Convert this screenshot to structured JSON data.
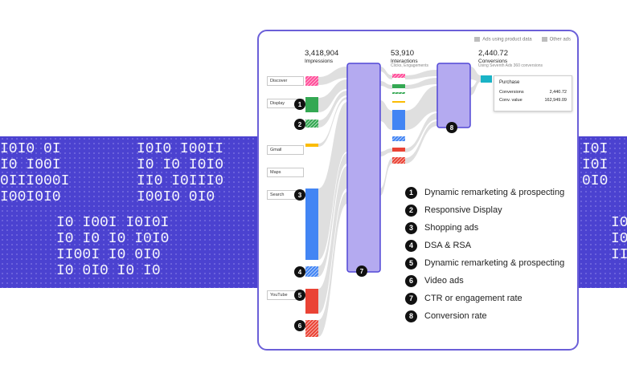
{
  "legend": {
    "product": "Ads using product data",
    "other": "Other ads"
  },
  "impressions": {
    "value": "3,418,904",
    "label": "Impressions"
  },
  "interactions": {
    "value": "53,910",
    "label": "Interactions",
    "sub": "Clicks, Engagements"
  },
  "conversions": {
    "value": "2,440.72",
    "label": "Conversions",
    "sub": "Using Seventh Ads 360 conversions"
  },
  "sources": [
    "Discover",
    "Display",
    "Gmail",
    "Maps",
    "Search",
    "YouTube"
  ],
  "tooltip": {
    "title": "Purchase",
    "rows": [
      {
        "label": "Conversions",
        "value": "2,440.72"
      },
      {
        "label": "Conv. value",
        "value": "162,949.09"
      }
    ]
  },
  "markers": [
    "1",
    "2",
    "3",
    "4",
    "5",
    "6",
    "7",
    "8"
  ],
  "list": [
    {
      "num": "1",
      "text": "Dynamic remarketing & prospecting"
    },
    {
      "num": "2",
      "text": "Responsive Display"
    },
    {
      "num": "3",
      "text": "Shopping ads"
    },
    {
      "num": "4",
      "text": "DSA & RSA"
    },
    {
      "num": "5",
      "text": "Dynamic remarketing & prospecting"
    },
    {
      "num": "6",
      "text": "Video ads"
    },
    {
      "num": "7",
      "text": "CTR or engagement rate"
    },
    {
      "num": "8",
      "text": "Conversion rate"
    }
  ],
  "colors": {
    "accent": "#5147d6",
    "stage_fill": "#b4aaf0",
    "blue": "#4285f4",
    "green": "#34a853",
    "red": "#ea4335",
    "yellow": "#fbbc04",
    "pink": "#ff4f9a",
    "teal": "#1ab3c6"
  }
}
